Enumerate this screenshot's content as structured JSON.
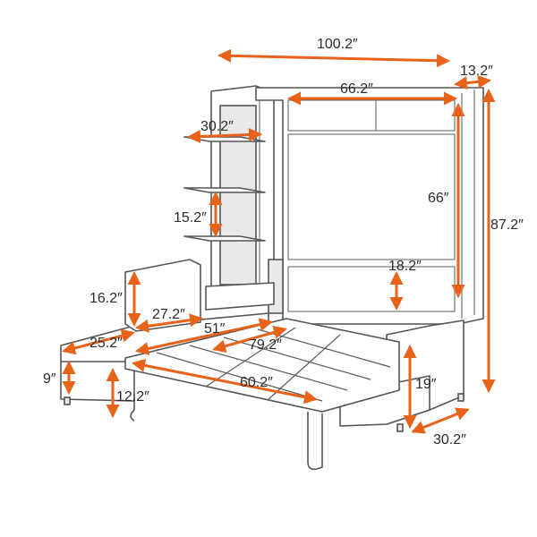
{
  "colors": {
    "dimension": "#e8621a",
    "outline": "#555555"
  },
  "dimensions": {
    "overall_width": "100.2″",
    "bed_frame_width": "66.2″",
    "cabinet_depth": "13.2″",
    "shelf_width": "30.2″",
    "shelf_spacing": "15.2″",
    "bed_frame_height": "66″",
    "overall_height": "87.2″",
    "drawer_height": "18.2″",
    "back_cushion_height": "16.2″",
    "back_cushion_width": "27.2″",
    "sofa_length": "51″",
    "mattress_length": "79.2″",
    "sofa_depth": "25.2″",
    "leg_height": "9″",
    "support_leg_height": "12.2″",
    "bed_width": "60.2″",
    "bed_height": "19″",
    "base_depth": "30.2″"
  }
}
